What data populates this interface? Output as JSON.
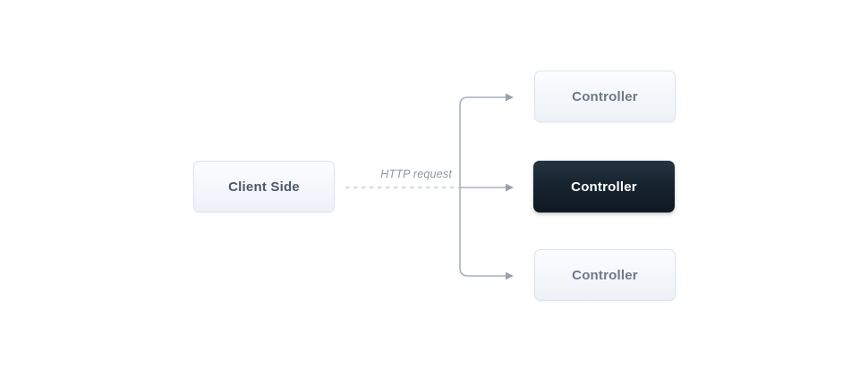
{
  "diagram": {
    "client": {
      "label": "Client Side"
    },
    "edge": {
      "label": "HTTP request"
    },
    "controllers": [
      {
        "label": "Controller",
        "variant": "light"
      },
      {
        "label": "Controller",
        "variant": "dark-highlighted"
      },
      {
        "label": "Controller",
        "variant": "light"
      }
    ],
    "colors": {
      "background": "#ffffff",
      "light_box_bg_top": "#fcfdfe",
      "light_box_bg_bottom": "#edf1f7",
      "light_box_border": "#dde3ed",
      "light_box_text": "#6e7987",
      "client_text": "#4d5966",
      "dark_box_bg_top": "#253443",
      "dark_box_bg_bottom": "#0e1822",
      "dark_box_text": "#ffffff",
      "solid_line": "#a9b1be",
      "arrowhead": "#98a1ae",
      "dashed_line": "#c5ccd6",
      "edge_label_text": "#8d97a5"
    }
  }
}
